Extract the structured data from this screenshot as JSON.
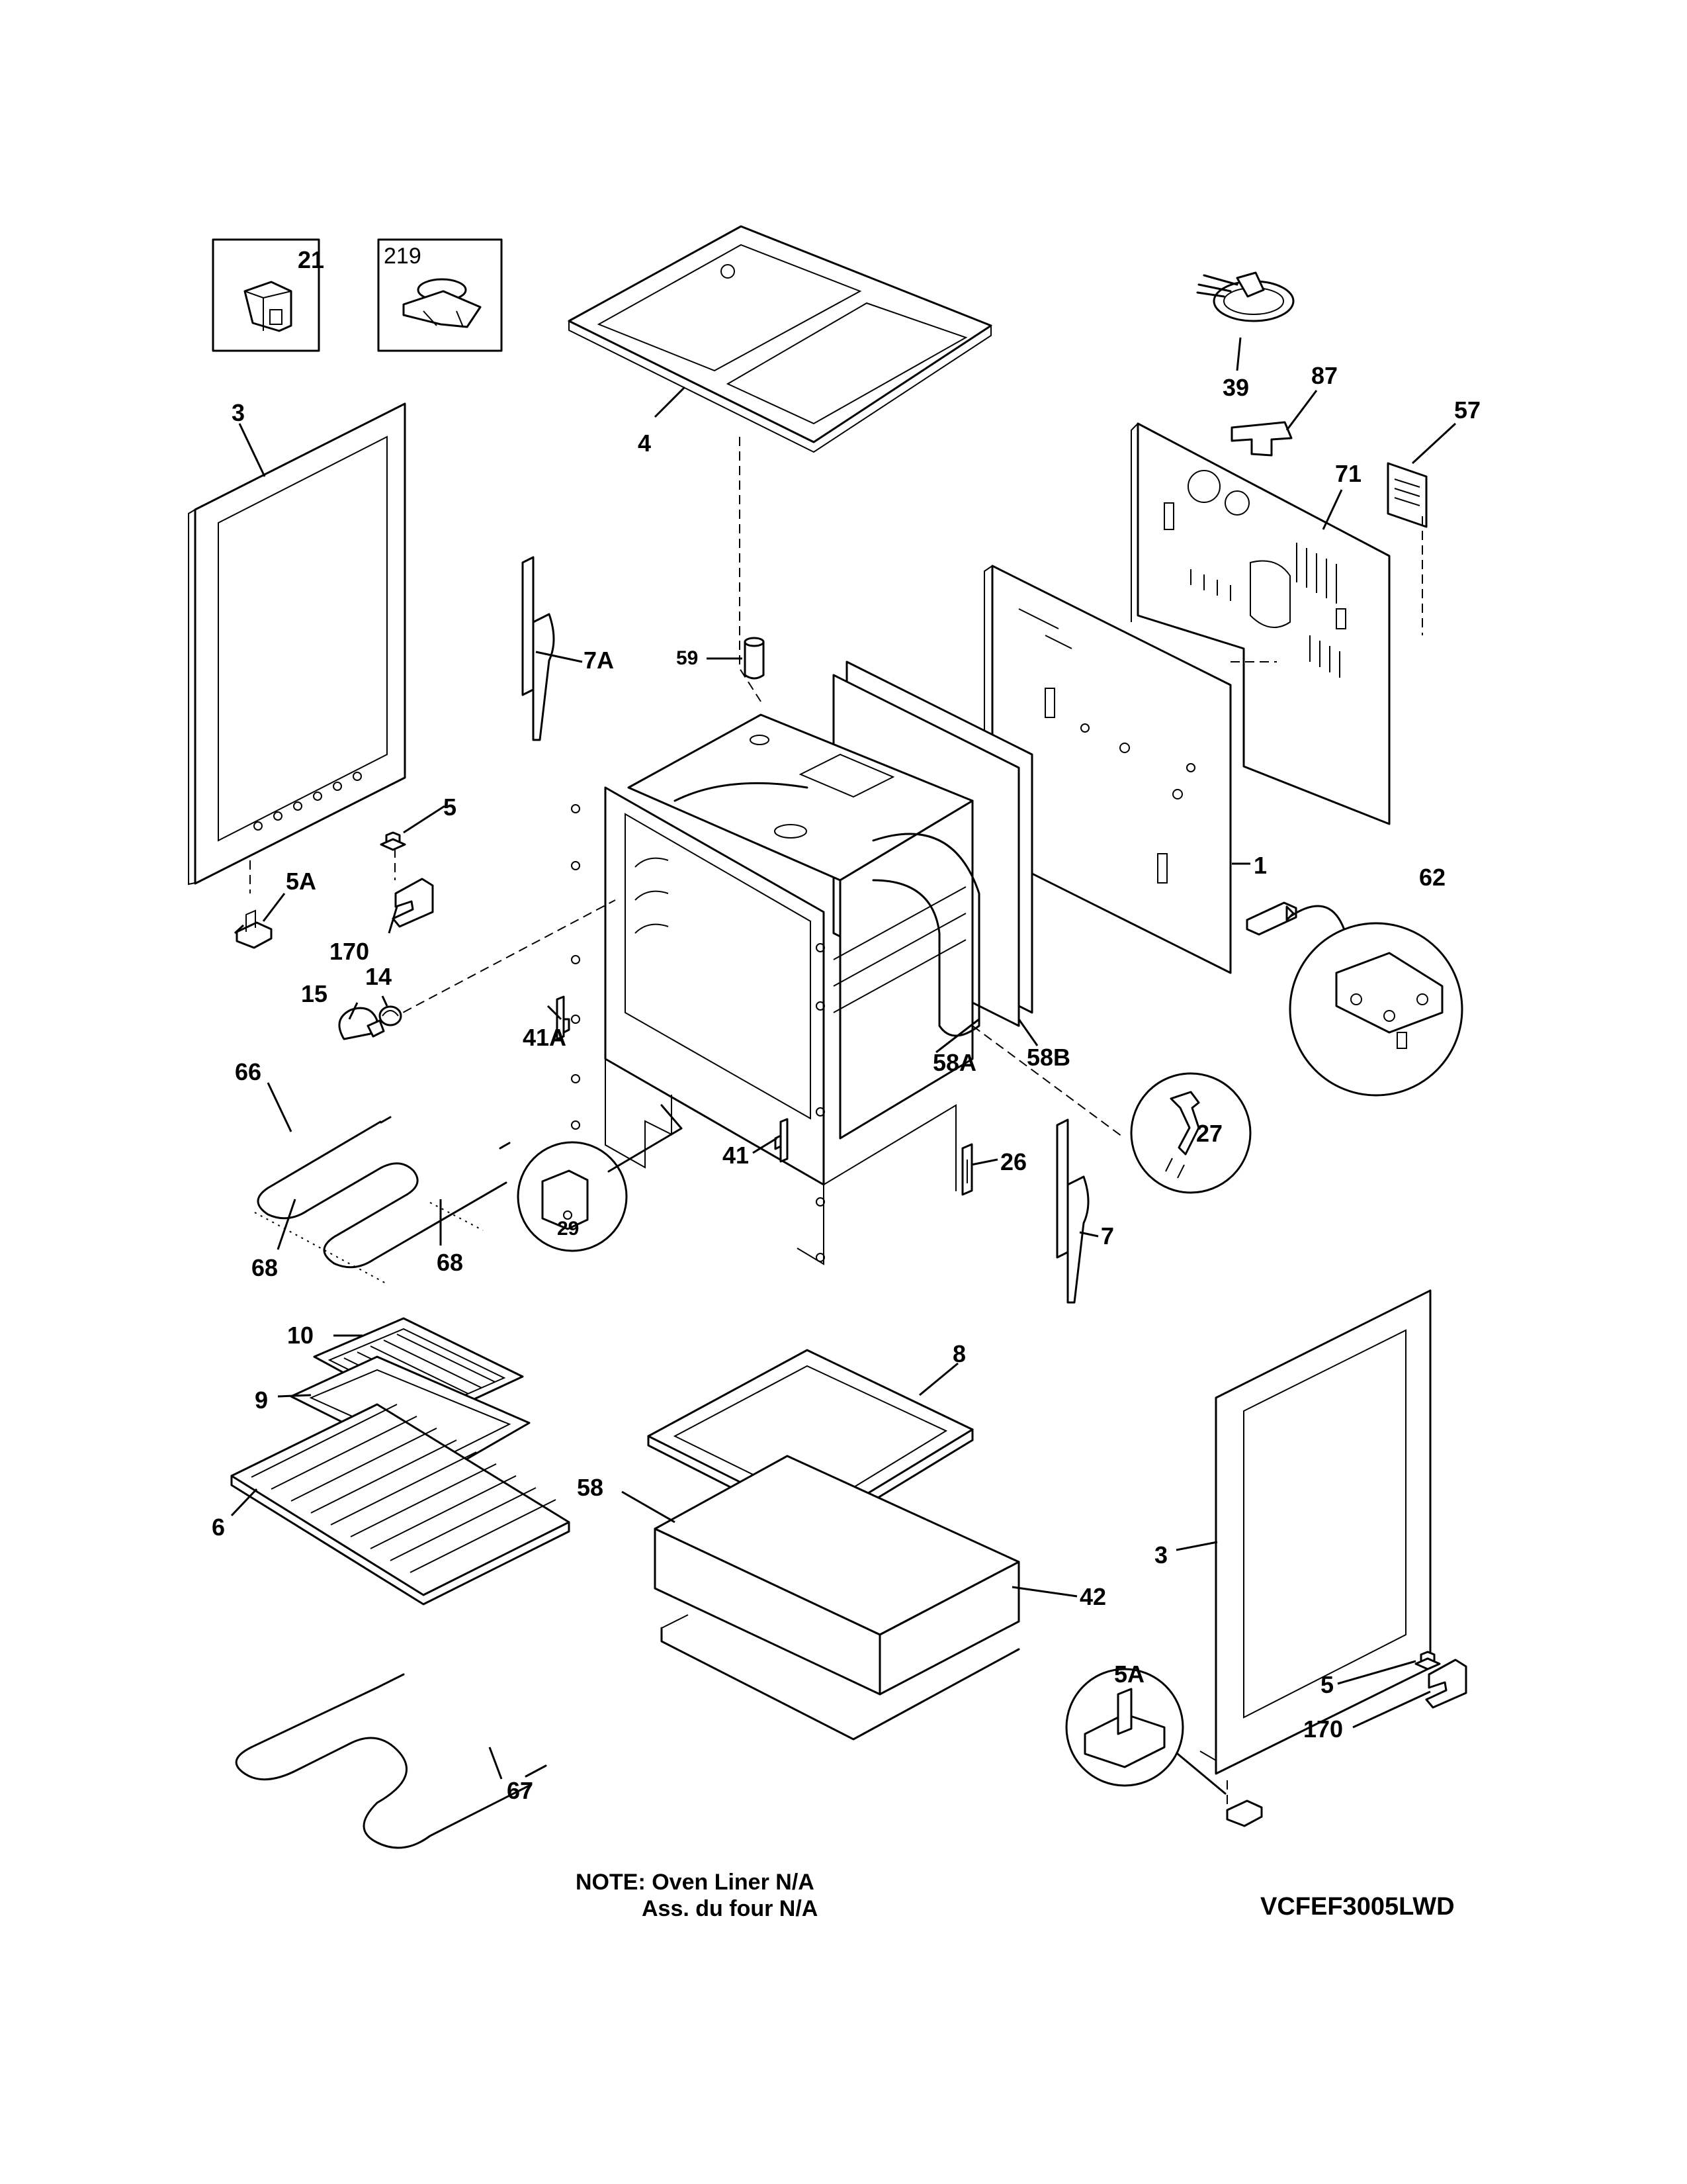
{
  "labels": {
    "p21": "21",
    "p219": "219",
    "p4": "4",
    "p39": "39",
    "p87": "87",
    "p57": "57",
    "p71": "71",
    "p3_left": "3",
    "p7A": "7A",
    "p59": "59",
    "p5_left": "5",
    "p5A_left": "5A",
    "p170_left": "170",
    "p14": "14",
    "p15": "15",
    "p41A": "41A",
    "p1": "1",
    "p62": "62",
    "p58A": "58A",
    "p58B": "58B",
    "p27": "27",
    "p66": "66",
    "p41": "41",
    "p29": "29",
    "p26": "26",
    "p7": "7",
    "p68_left": "68",
    "p68_right": "68",
    "p10": "10",
    "p8": "8",
    "p9": "9",
    "p6": "6",
    "p58": "58",
    "p42": "42",
    "p3_right": "3",
    "p5A_right": "5A",
    "p5_right": "5",
    "p170_right": "170",
    "p67": "67"
  },
  "note": {
    "line1": "NOTE: Oven Liner N/A",
    "line2": "Ass. du four N/A"
  },
  "model_number": "VCFEF3005LWD"
}
